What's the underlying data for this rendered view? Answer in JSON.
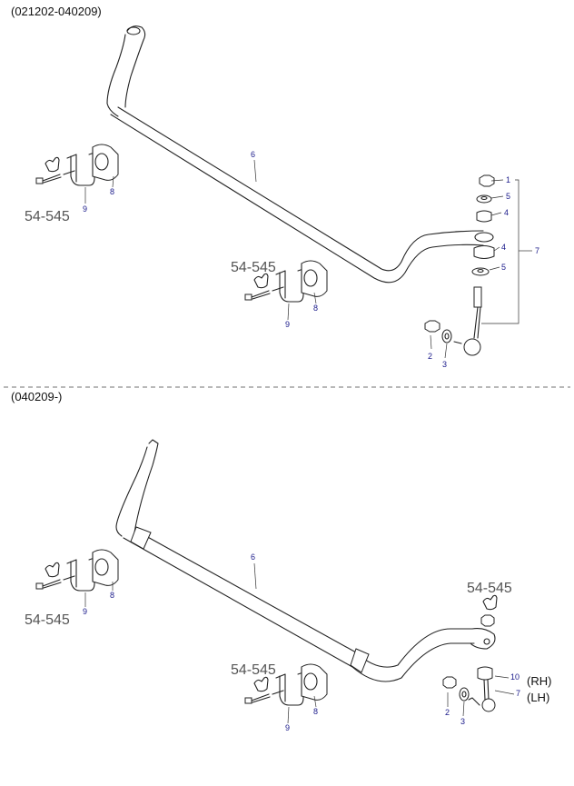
{
  "sections": [
    {
      "header": "(021202-040209)"
    },
    {
      "header": "(040209-)"
    }
  ],
  "top": {
    "label_bar": "6",
    "label_nut": "1",
    "label_washer_upper": "5",
    "label_bushing_upper": "4",
    "label_bushing_lower": "4",
    "label_washer_lower": "5",
    "label_assembly": "7",
    "label_nut_lower": "2",
    "label_washer_small": "3",
    "left_clamp": {
      "bracket": "9",
      "bushing": "8",
      "ref": "54-545"
    },
    "mid_clamp": {
      "bracket": "9",
      "bushing": "8",
      "ref": "54-545"
    }
  },
  "bottom": {
    "label_bar": "6",
    "label_link_rh": "10",
    "label_link_lh": "7",
    "side_rh": "(RH)",
    "side_lh": "(LH)",
    "label_nut": "2",
    "label_washer": "3",
    "end_ref": "54-545",
    "left_clamp": {
      "bracket": "9",
      "bushing": "8",
      "ref": "54-545"
    },
    "mid_clamp": {
      "bracket": "9",
      "bushing": "8",
      "ref": "54-545"
    }
  }
}
